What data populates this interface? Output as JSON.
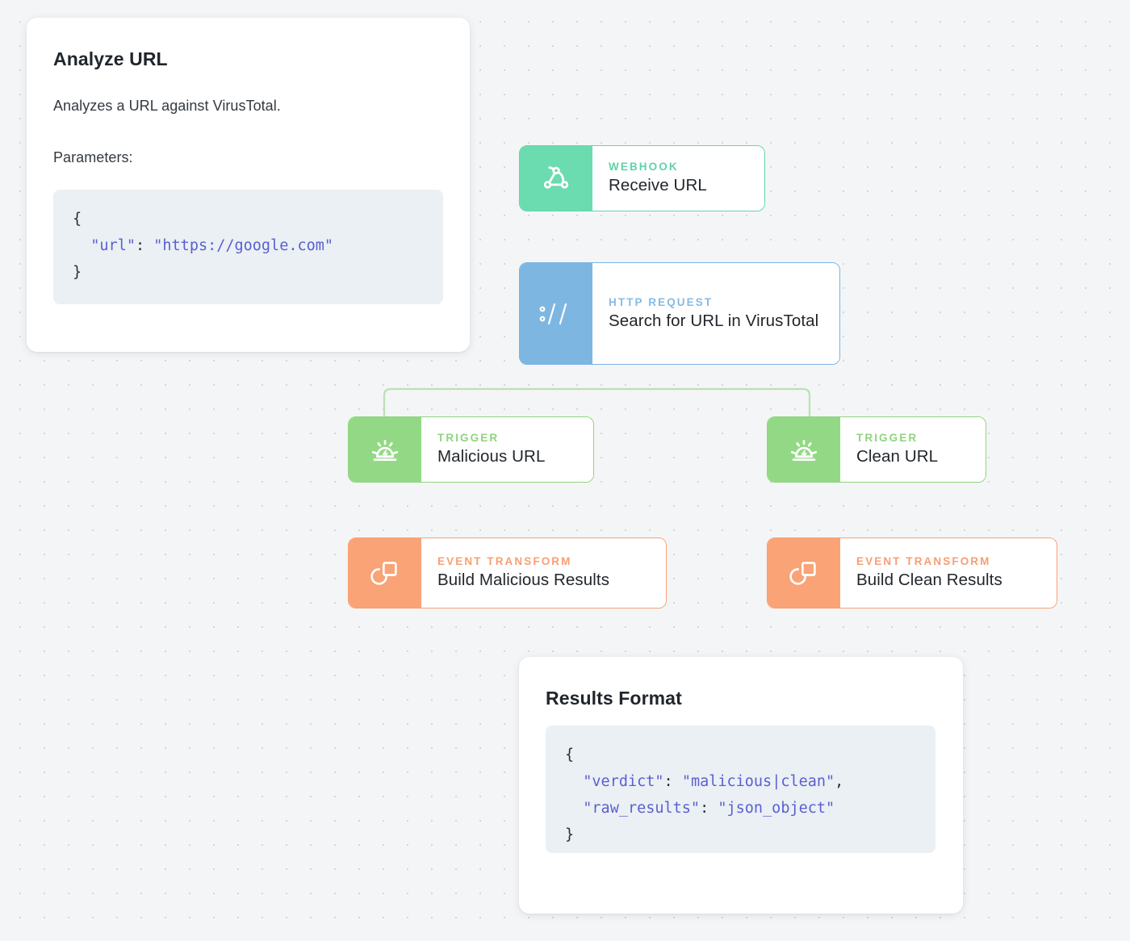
{
  "canvas": {
    "background_color": "#f4f5f6",
    "dot_color": "#d3d6da"
  },
  "cards": {
    "analyze": {
      "title": "Analyze URL",
      "description": "Analyzes a URL against VirusTotal.",
      "subheading": "Parameters:",
      "code": {
        "line1": "{",
        "line2_key": "\"url\"",
        "line2_colon": ": ",
        "line2_value": "\"https://google.com\"",
        "line3": "}"
      }
    },
    "results": {
      "title": "Results Format",
      "code": {
        "line1": "{",
        "line2_key": "\"verdict\"",
        "line2_colon": ": ",
        "line2_value": "\"malicious|clean\"",
        "line2_comma": ",",
        "line3_key": "\"raw_results\"",
        "line3_colon": ": ",
        "line3_value": "\"json_object\"",
        "line4": "}"
      }
    }
  },
  "flow": {
    "nodes": [
      {
        "id": "webhook",
        "kind": "WEBHOOK",
        "label": "Receive URL",
        "icon": "webhook-icon",
        "accent": "#6bdbb0"
      },
      {
        "id": "http",
        "kind": "HTTP REQUEST",
        "label": "Search for URL in VirusTotal",
        "icon": "url-scheme-icon",
        "accent": "#7eb6e2"
      },
      {
        "id": "trigger-malicious",
        "kind": "TRIGGER",
        "label": "Malicious URL",
        "icon": "alarm-siren-icon",
        "accent": "#93d985"
      },
      {
        "id": "trigger-clean",
        "kind": "TRIGGER",
        "label": "Clean URL",
        "icon": "alarm-siren-icon",
        "accent": "#93d985"
      },
      {
        "id": "transform-malicious",
        "kind": "EVENT TRANSFORM",
        "label": "Build Malicious Results",
        "icon": "transform-icon",
        "accent": "#f9a377"
      },
      {
        "id": "transform-clean",
        "kind": "EVENT TRANSFORM",
        "label": "Build Clean Results",
        "icon": "transform-icon",
        "accent": "#f9a377"
      }
    ],
    "edges": [
      {
        "from": "webhook",
        "to": "http"
      },
      {
        "from": "http",
        "to": "trigger-malicious"
      },
      {
        "from": "http",
        "to": "trigger-clean"
      },
      {
        "from": "trigger-malicious",
        "to": "transform-malicious"
      },
      {
        "from": "trigger-clean",
        "to": "transform-clean"
      }
    ]
  }
}
